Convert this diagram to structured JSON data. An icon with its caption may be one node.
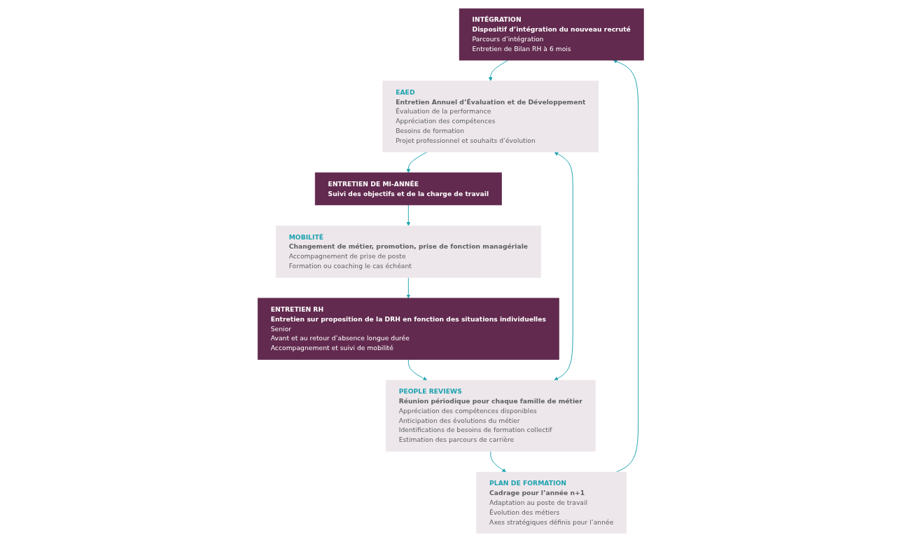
{
  "diagram": {
    "nodes": [
      {
        "text": [
          "INTÉGRATION",
          "Dispositif d’intégration du nouveau recruté",
          "Parcours d’intégration",
          "Entretien de Bilan RH à 6 mois"
        ]
      },
      {
        "text": [
          "EAED",
          "Entretien Annuel d’Évaluation et de Développement",
          "Évaluation de la performance",
          "Appréciation des compétences",
          "Besoins de formation",
          "Projet professionnel et souhaits d’évolution"
        ]
      },
      {
        "text": [
          "ENTRETIEN DE MI-ANNÉE",
          "Suivi des objectifs et de la charge de travail"
        ]
      },
      {
        "text": [
          "MOBILITÉ",
          "Changement de métier, promotion, prise de fonction managériale",
          "Accompagnement de prise de poste",
          "Formation ou coaching le cas échéant"
        ]
      },
      {
        "text": [
          "ENTRETIEN RH",
          "Entretien sur proposition de la DRH en fonction des situations individuelles",
          "Senior",
          "Avant et au retour d’absence longue durée",
          "Accompagnement et suivi de mobilité"
        ]
      },
      {
        "text": [
          "PEOPLE REVIEWS",
          "Réunion périodique pour chaque famille de métier",
          "Appréciation des compétences disponibles",
          "Anticipation des évolutions du métier",
          "Identifications de besoins de formation collectif",
          "Estimation des parcours de carrière"
        ]
      },
      {
        "text": [
          "PLAN DE FORMATION",
          "Cadrage pour l’année n+1",
          "Adaptation au poste de travail",
          "Évolution des métiers",
          "Axes stratégiques définis pour l’année"
        ]
      }
    ],
    "edges": [
      {
        "from": 0,
        "to": 1,
        "arrow": "to"
      },
      {
        "from": 1,
        "to": 2,
        "arrow": "to"
      },
      {
        "from": 2,
        "to": 3,
        "arrow": "to"
      },
      {
        "from": 3,
        "to": 4,
        "arrow": "to"
      },
      {
        "from": 4,
        "to": 5,
        "arrow": "to"
      },
      {
        "from": 5,
        "to": 6,
        "arrow": "to"
      },
      {
        "from": 6,
        "to": 0,
        "arrow": "to"
      },
      {
        "from": 1,
        "to": 5,
        "arrow": "both"
      }
    ]
  }
}
